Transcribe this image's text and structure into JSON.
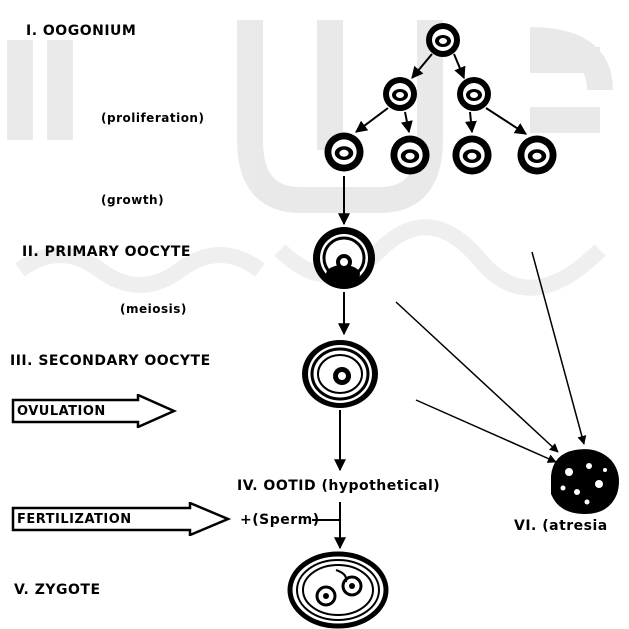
{
  "labels": {
    "oogonium": "I. OOGONIUM",
    "proliferation": "(proliferation)",
    "growth": "(growth)",
    "primary_oocyte": "II. PRIMARY OOCYTE",
    "meiosis": "(meiosis)",
    "secondary_oocyte": "III. SECONDARY OOCYTE",
    "ootid": "IV. OOTID (hypothetical)",
    "zygote": "V. ZYGOTE",
    "atresia": "VI. (atresia",
    "sperm": "+(Sperm)"
  },
  "arrows": {
    "ovulation": "OVULATION",
    "fertilization": "FERTILIZATION"
  },
  "colors": {
    "ink": "#000000",
    "watermark": "#d9d9d9"
  }
}
